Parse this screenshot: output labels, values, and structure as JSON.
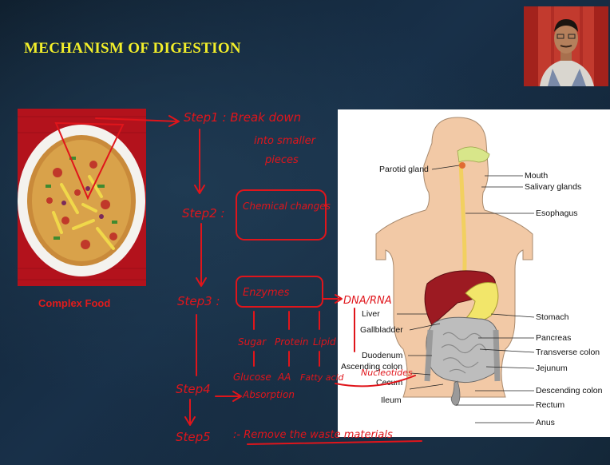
{
  "slide": {
    "title": "MECHANISM OF DIGESTION",
    "food_caption": "Complex Food"
  },
  "diagram": {
    "labels_left": [
      "Parotid gland",
      "Liver",
      "Gallbladder",
      "Duodenum",
      "Ascending colon",
      "Cecum",
      "Ileum"
    ],
    "labels_right": [
      "Mouth",
      "Salivary glands",
      "Esophagus",
      "Stomach",
      "Pancreas",
      "Transverse colon",
      "Jejunum",
      "Descending colon",
      "Rectum",
      "Anus"
    ]
  },
  "annotations": {
    "step1": "Step1 : Break down",
    "step1_b": "into smaller",
    "step1_c": "pieces",
    "step2": "Step2 :",
    "step2_box": "Chemical changes",
    "step3": "Step3 :",
    "step3_box": "Enzymes",
    "dna": "DNA/RNA",
    "sugar": "Sugar",
    "protein": "Protein",
    "lipid": "Lipid",
    "glucose": "Glucose",
    "aa": "AA",
    "fatty": "Fatty acid",
    "nucleotides": "Nucleotides",
    "step4": "Step4",
    "absorption": "Absorption",
    "step5": "Step5",
    "remove": ":- Remove the waste materials"
  },
  "colors": {
    "title": "#f2ee2a",
    "ink": "#e0151b",
    "caption": "#e21b1b"
  }
}
